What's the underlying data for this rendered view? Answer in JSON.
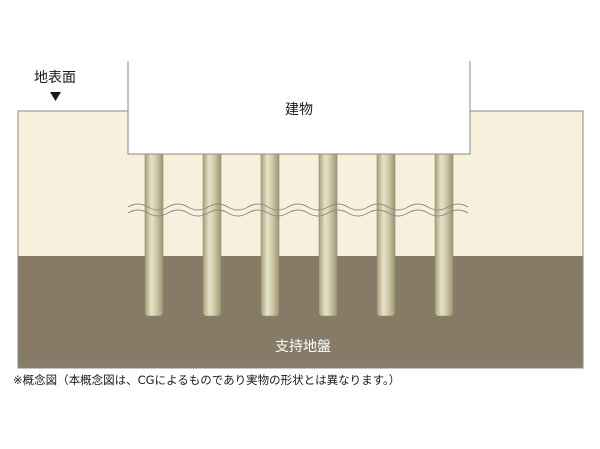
{
  "labels": {
    "ground_surface": "地表面",
    "building": "建物",
    "bearing_stratum": "支持地盤"
  },
  "note": "※概念図（本概念図は、CGによるものであり実物の形状とは異なります。）",
  "pile_count": 6,
  "colors": {
    "topsoil": "#f6f0dc",
    "bearing_layer": "#877a66",
    "building": "#ffffff",
    "pile_light": "#e5e2c6",
    "pile_dark": "#a8a07c",
    "outline": "#8a8a8a",
    "label_light": "#ffffff",
    "text_dark": "#1a1a1a"
  }
}
